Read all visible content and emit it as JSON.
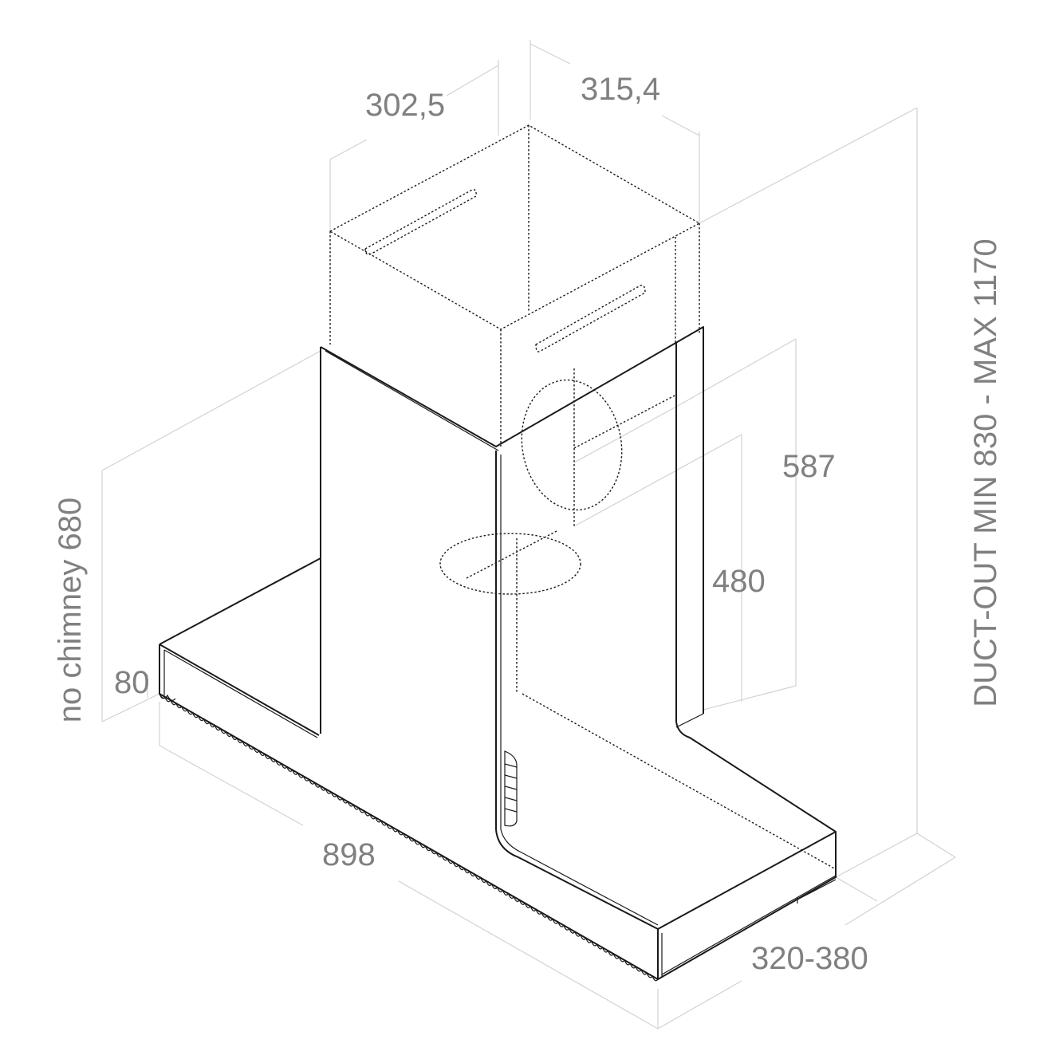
{
  "dimensions": {
    "chimney_depth": "302,5",
    "chimney_width": "315,4",
    "duct_out_height": "DUCT-OUT MIN 830 - MAX 1170",
    "upper_height": "587",
    "body_height": "480",
    "no_chimney_height": "no chimney 680",
    "hood_thickness": "80",
    "hood_width": "898",
    "hood_depth": "320-380"
  },
  "colors": {
    "line": "#1a1a1a",
    "dimension_line": "#d2d2d2",
    "label": "#808080"
  }
}
